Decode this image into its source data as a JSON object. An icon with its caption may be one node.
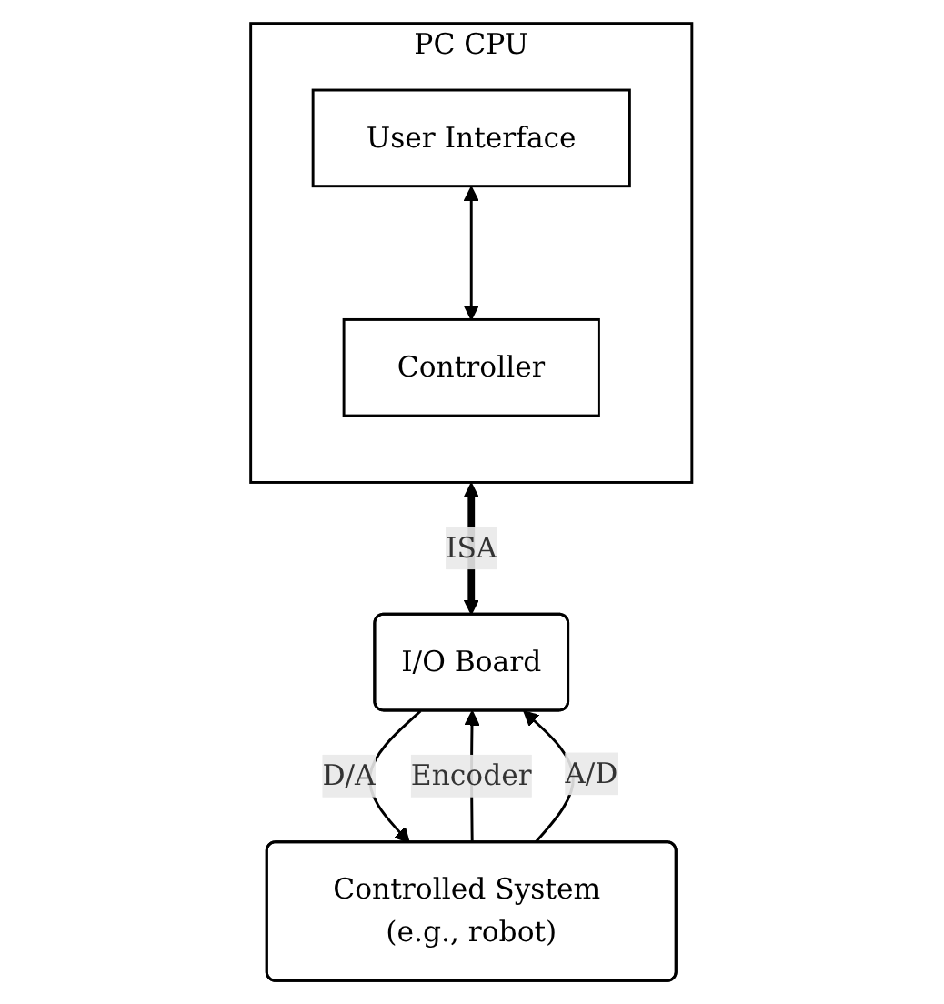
{
  "diagram": {
    "nodes": [
      {
        "text": [
          "PC CPU"
        ]
      },
      {
        "text": [
          "User Interface"
        ],
        "in": 0
      },
      {
        "text": [
          "Controller"
        ],
        "in": 0
      },
      {
        "text": [
          "I/O Board"
        ]
      },
      {
        "text": [
          "Controlled System (e.g., robot)"
        ]
      }
    ],
    "edges": [
      {
        "from": 1,
        "to": 2,
        "arrow": "both"
      },
      {
        "from": 0,
        "to": 3,
        "arrow": "both",
        "label": "ISA",
        "style": "thick"
      },
      {
        "from": 3,
        "to": 4,
        "arrow": "to",
        "label": "D/A"
      },
      {
        "from": 4,
        "to": 3,
        "arrow": "to",
        "label": "Encoder"
      },
      {
        "from": 4,
        "to": 3,
        "arrow": "to",
        "label": "A/D"
      }
    ]
  }
}
